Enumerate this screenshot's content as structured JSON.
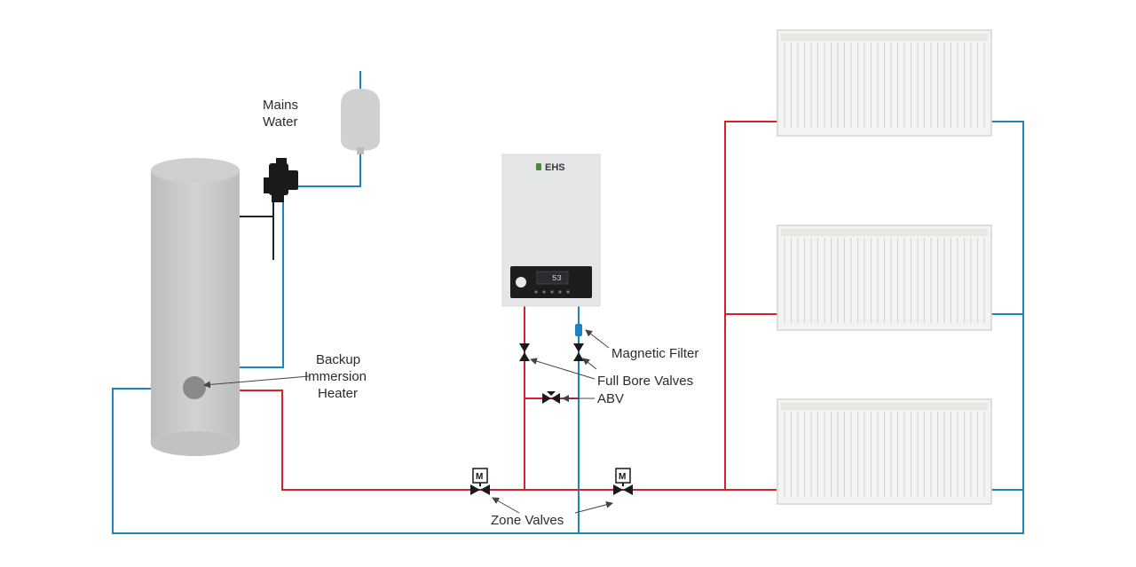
{
  "labels": {
    "mains_water_line1": "Mains",
    "mains_water_line2": "Water",
    "immersion_line1": "Backup",
    "immersion_line2": "Immersion",
    "immersion_line3": "Heater",
    "magnetic_filter": "Magnetic Filter",
    "full_bore_valves": "Full Bore Valves",
    "abv": "ABV",
    "zone_valves": "Zone Valves"
  },
  "boiler": {
    "brand": "EHS",
    "display_value": "53"
  },
  "zone_valve_marker": "M",
  "colors": {
    "flow": "#d62030",
    "return": "#1e82c3",
    "cylinder": "#c8c8c8",
    "boiler_body": "#e4e6e8",
    "boiler_panel": "#1d1d1f",
    "radiator": "#f3f3f1",
    "leader": "#444444"
  }
}
